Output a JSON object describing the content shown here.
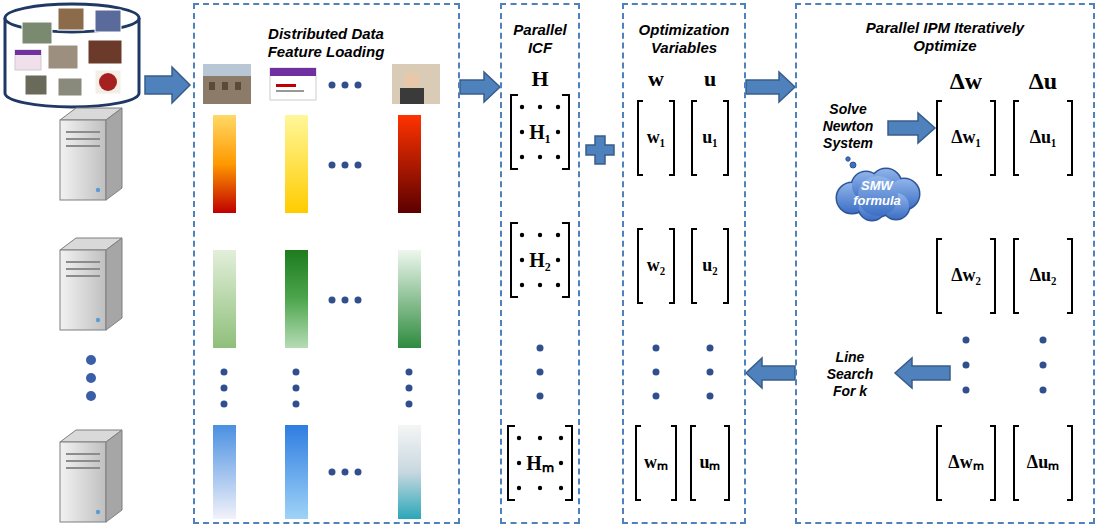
{
  "diagram": {
    "nodes": [
      {
        "text": [
          "Distributed Data Feature Loading"
        ]
      },
      {
        "text": [
          "Parallel ICF",
          "H"
        ]
      },
      {
        "text": [
          "H₁"
        ],
        "in": 1
      },
      {
        "text": [
          "H₂"
        ],
        "in": 1
      },
      {
        "text": [
          "Hₘ"
        ],
        "in": 1
      },
      {
        "text": [
          "Optimization Variables",
          "w",
          "u"
        ]
      },
      {
        "text": [
          "w₁"
        ],
        "in": 5
      },
      {
        "text": [
          "u₁"
        ],
        "in": 5
      },
      {
        "text": [
          "w₂"
        ],
        "in": 5
      },
      {
        "text": [
          "u₂"
        ],
        "in": 5
      },
      {
        "text": [
          "wₘ"
        ],
        "in": 5
      },
      {
        "text": [
          "uₘ"
        ],
        "in": 5
      },
      {
        "text": [
          "Parallel IPM Iteratively Optimize",
          "Δw",
          "Δu"
        ]
      },
      {
        "text": [
          "SMW formula"
        ],
        "in": 12
      },
      {
        "text": [
          "Δw₁"
        ],
        "in": 12
      },
      {
        "text": [
          "Δu₁"
        ],
        "in": 12
      },
      {
        "text": [
          "Δw₂"
        ],
        "in": 12
      },
      {
        "text": [
          "Δu₂"
        ],
        "in": 12
      },
      {
        "text": [
          "Δwₘ"
        ],
        "in": 12
      },
      {
        "text": [
          "Δuₘ"
        ],
        "in": 12
      }
    ],
    "edges": [
      {
        "from": 0,
        "to": 1,
        "arrow": "to"
      },
      {
        "from": 5,
        "to": 12,
        "arrow": "to"
      },
      {
        "from": 12,
        "to": 5,
        "arrow": "to"
      }
    ],
    "labels": [
      "Solve Newton System",
      "Line Search For k"
    ]
  }
}
